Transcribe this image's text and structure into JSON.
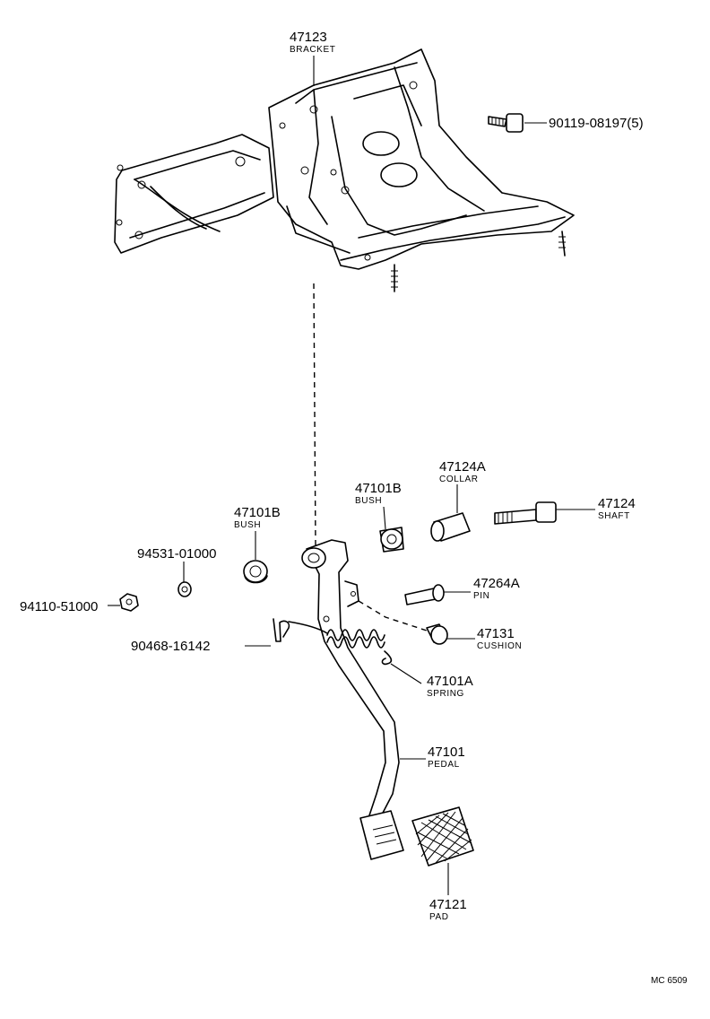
{
  "callouts": [
    {
      "id": "bracket",
      "part_no": "47123",
      "name": "BRACKET"
    },
    {
      "id": "bolt",
      "part_no": "90119-08197(5)",
      "name": ""
    },
    {
      "id": "bush-right",
      "part_no": "47101B",
      "name": "BUSH"
    },
    {
      "id": "collar",
      "part_no": "47124A",
      "name": "COLLAR"
    },
    {
      "id": "shaft",
      "part_no": "47124",
      "name": "SHAFT"
    },
    {
      "id": "bush-left",
      "part_no": "47101B",
      "name": "BUSH"
    },
    {
      "id": "washer",
      "part_no": "94531-01000",
      "name": ""
    },
    {
      "id": "nut",
      "part_no": "94110-51000",
      "name": ""
    },
    {
      "id": "pin",
      "part_no": "47264A",
      "name": "PIN"
    },
    {
      "id": "cushion",
      "part_no": "47131",
      "name": "CUSHION"
    },
    {
      "id": "clip",
      "part_no": "90468-16142",
      "name": ""
    },
    {
      "id": "spring",
      "part_no": "47101A",
      "name": "SPRING"
    },
    {
      "id": "pedal",
      "part_no": "47101",
      "name": "PEDAL"
    },
    {
      "id": "pad",
      "part_no": "47121",
      "name": "PAD"
    }
  ],
  "diagram_code": "MC 6509"
}
